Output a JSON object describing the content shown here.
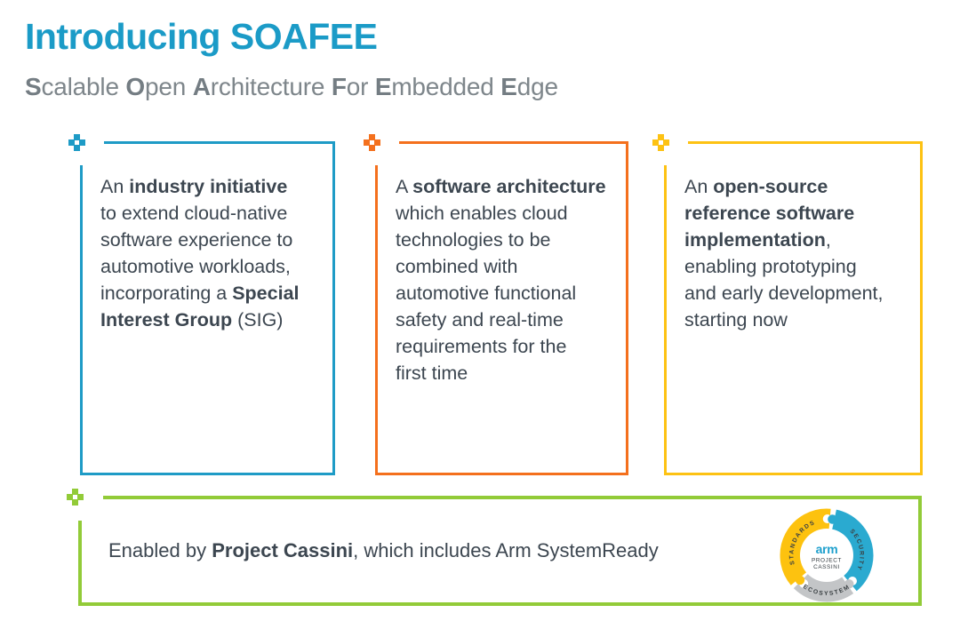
{
  "title": "Introducing SOAFEE",
  "subtitle_segments": [
    {
      "text": "S",
      "bold": true
    },
    {
      "text": "calable ",
      "bold": false
    },
    {
      "text": "O",
      "bold": true
    },
    {
      "text": "pen ",
      "bold": false
    },
    {
      "text": "A",
      "bold": true
    },
    {
      "text": "rchitecture ",
      "bold": false
    },
    {
      "text": "F",
      "bold": true
    },
    {
      "text": "or ",
      "bold": false
    },
    {
      "text": "E",
      "bold": true
    },
    {
      "text": "mbedded ",
      "bold": false
    },
    {
      "text": "E",
      "bold": true
    },
    {
      "text": "dge",
      "bold": false
    }
  ],
  "cards": [
    {
      "name": "industry-initiative",
      "accent": "#1e9bc6",
      "segments": [
        {
          "text": "An ",
          "bold": false
        },
        {
          "text": "industry initiative",
          "bold": true
        },
        {
          "br": true
        },
        {
          "text": "to extend cloud-native",
          "bold": false
        },
        {
          "br": true
        },
        {
          "text": "software experience to",
          "bold": false
        },
        {
          "br": true
        },
        {
          "text": "automotive workloads,",
          "bold": false
        },
        {
          "br": true
        },
        {
          "text": "incorporating a ",
          "bold": false
        },
        {
          "text": "Special",
          "bold": true
        },
        {
          "br": true
        },
        {
          "text": "Interest Group",
          "bold": true
        },
        {
          "text": " (SIG)",
          "bold": false
        }
      ]
    },
    {
      "name": "software-architecture",
      "accent": "#f4701d",
      "segments": [
        {
          "text": "A ",
          "bold": false
        },
        {
          "text": "software architecture",
          "bold": true
        },
        {
          "br": true
        },
        {
          "text": "which enables cloud",
          "bold": false
        },
        {
          "br": true
        },
        {
          "text": "technologies to be",
          "bold": false
        },
        {
          "br": true
        },
        {
          "text": "combined with",
          "bold": false
        },
        {
          "br": true
        },
        {
          "text": "automotive functional",
          "bold": false
        },
        {
          "br": true
        },
        {
          "text": "safety and real-time",
          "bold": false
        },
        {
          "br": true
        },
        {
          "text": "requirements for the",
          "bold": false
        },
        {
          "br": true
        },
        {
          "text": "first time",
          "bold": false
        }
      ]
    },
    {
      "name": "open-source-implementation",
      "accent": "#fdc213",
      "segments": [
        {
          "text": "An ",
          "bold": false
        },
        {
          "text": "open-source",
          "bold": true
        },
        {
          "br": true
        },
        {
          "text": "reference software",
          "bold": true
        },
        {
          "br": true
        },
        {
          "text": "implementation",
          "bold": true
        },
        {
          "text": ",",
          "bold": false
        },
        {
          "br": true
        },
        {
          "text": "enabling prototyping",
          "bold": false
        },
        {
          "br": true
        },
        {
          "text": "and early development,",
          "bold": false
        },
        {
          "br": true
        },
        {
          "text": "starting now",
          "bold": false
        }
      ]
    }
  ],
  "banner": {
    "accent": "#92cb38",
    "segments": [
      {
        "text": "Enabled by ",
        "bold": false
      },
      {
        "text": "Project Cassini",
        "bold": true
      },
      {
        "text": ", which includes Arm SystemReady",
        "bold": false
      }
    ]
  },
  "logo": {
    "brand": "arm",
    "line1": "PROJECT",
    "line2": "CASSINI",
    "ring": [
      {
        "label": "STANDARDS",
        "color": "#fdc20f"
      },
      {
        "label": "SECURITY",
        "color": "#2aaad0"
      },
      {
        "label": "ECOSYSTEM",
        "color": "#c3c5c7"
      }
    ]
  },
  "colors": {
    "title": "#1b9bc7",
    "subtitle": "#7e868b",
    "body_text": "#3c4650",
    "card_teal": "#1e9bc6",
    "card_orange": "#f4701d",
    "card_yellow": "#fdc213",
    "banner_green": "#92cb38"
  }
}
